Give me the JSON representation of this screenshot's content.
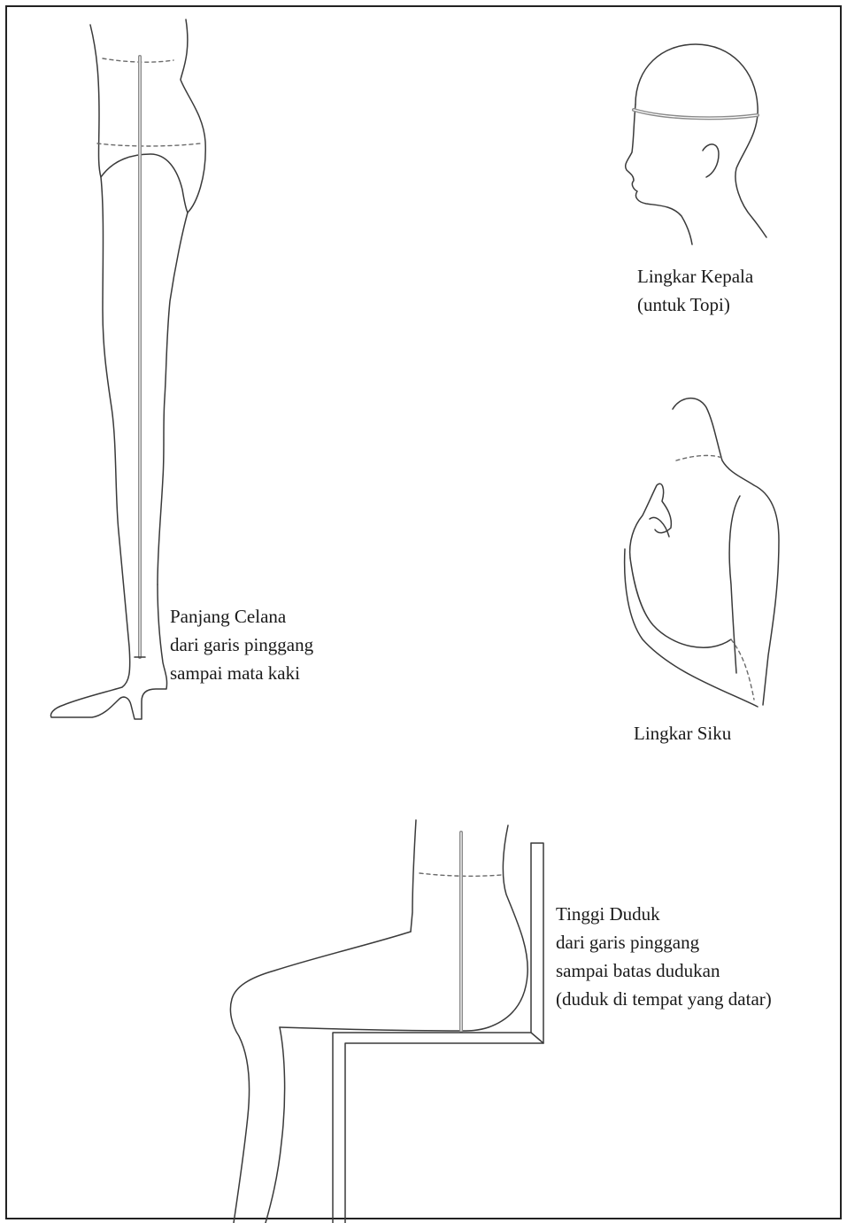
{
  "figures": {
    "trouser_length": {
      "lines": [
        "Panjang Celana",
        "dari garis pinggang",
        "sampai mata kaki"
      ]
    },
    "head_circumference": {
      "lines": [
        "Lingkar Kepala",
        "(untuk Topi)"
      ]
    },
    "elbow_circumference": {
      "lines": [
        "Lingkar Siku"
      ]
    },
    "seated_height": {
      "lines": [
        "Tinggi Duduk",
        "dari garis pinggang",
        "sampai batas dudukan",
        "(duduk di tempat yang datar)"
      ]
    }
  },
  "colors": {
    "line": "#3a3a3a",
    "measure_tape": "#8a8a8a",
    "frame": "#222222"
  }
}
